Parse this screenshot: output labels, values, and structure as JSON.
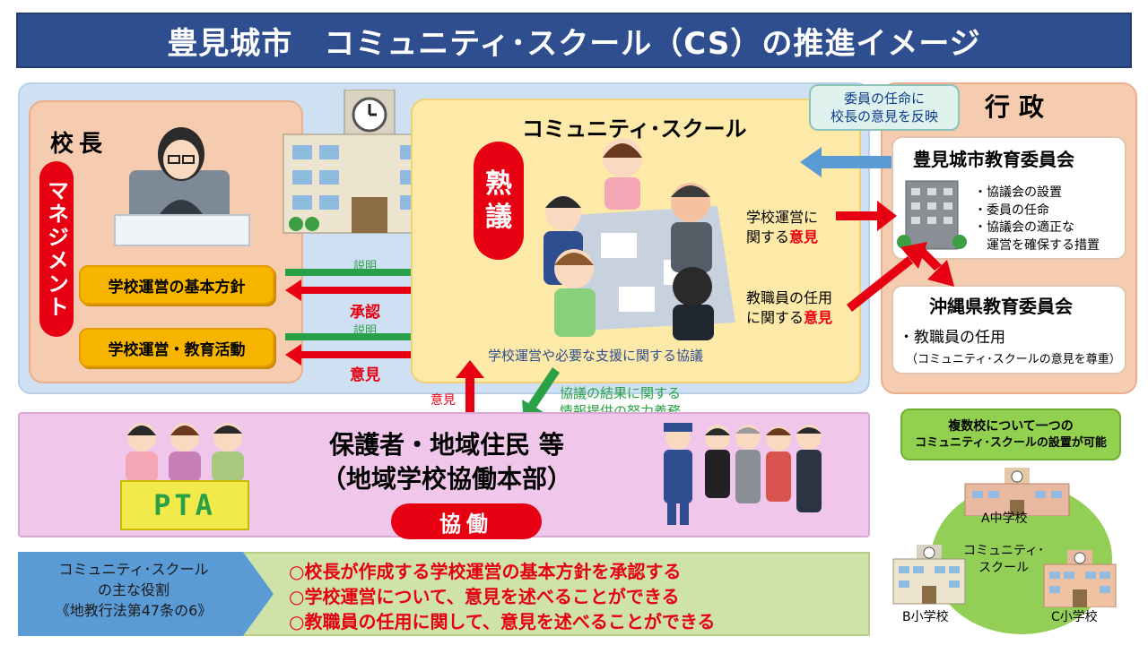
{
  "title": "豊見城市　コミュニティ･スクール（CS）の推進イメージ",
  "principal": {
    "heading": "校長",
    "management": "マネジメント",
    "btn_policy": "学校運営の基本方針",
    "btn_activity": "学校運営・教育活動"
  },
  "arrows": {
    "explain1": "説明",
    "approve": "承認",
    "explain2": "説明",
    "opinion": "意見",
    "opinion_up": "意見",
    "report_line1": "協議の結果に関する",
    "report_line2": "情報提供の努力義務"
  },
  "community_school": {
    "heading": "コミュニティ･スクール",
    "jukugi_1": "熟",
    "jukugi_2": "議",
    "discussion": "学校運営や必要な支援に関する協議",
    "op_school_1": "学校運営に",
    "op_school_2a": "関する",
    "op_school_2b": "意見",
    "op_staff_1": "教職員の任用",
    "op_staff_2a": "に関する",
    "op_staff_2b": "意見"
  },
  "government": {
    "heading": "行政",
    "callout_line1": "委員の任命に",
    "callout_line2": "校長の意見を反映",
    "city_board": "豊見城市教育委員会",
    "city_items": [
      "・協議会の設置",
      "・委員の任命",
      "・協議会の適正な",
      "　運営を確保する措置"
    ],
    "pref_board": "沖縄県教育委員会",
    "pref_item": "・教職員の任用",
    "pref_note": "（コミュニティ･スクールの意見を尊重）"
  },
  "community": {
    "line1": "保護者・地域住民 等",
    "line2": "（地域学校協働本部）",
    "pta": "PTA",
    "kyodo": "協働"
  },
  "roles": {
    "label_line1": "コミュニティ･スクール",
    "label_line2": "の主な役割",
    "label_line3": "《地教行法第47条の6》",
    "items": [
      "○校長が作成する学校運営の基本方針を承認する",
      "○学校運営について、意見を述べることができる",
      "○教職員の任用に関して、意見を述べることができる"
    ]
  },
  "multi_school": {
    "note_line1": "複数校について一つの",
    "note_line2": "コミュニティ･スクールの設置が可能",
    "center_line1": "コミュニティ･",
    "center_line2": "スクール",
    "school_a": "A中学校",
    "school_b": "B小学校",
    "school_c": "C小学校"
  },
  "colors": {
    "title_bg": "#2f4e8f",
    "accent_red": "#e60012",
    "arrow_green": "#2aa147",
    "arrow_blue": "#5a9bd5",
    "button_orange": "#f7b500"
  }
}
